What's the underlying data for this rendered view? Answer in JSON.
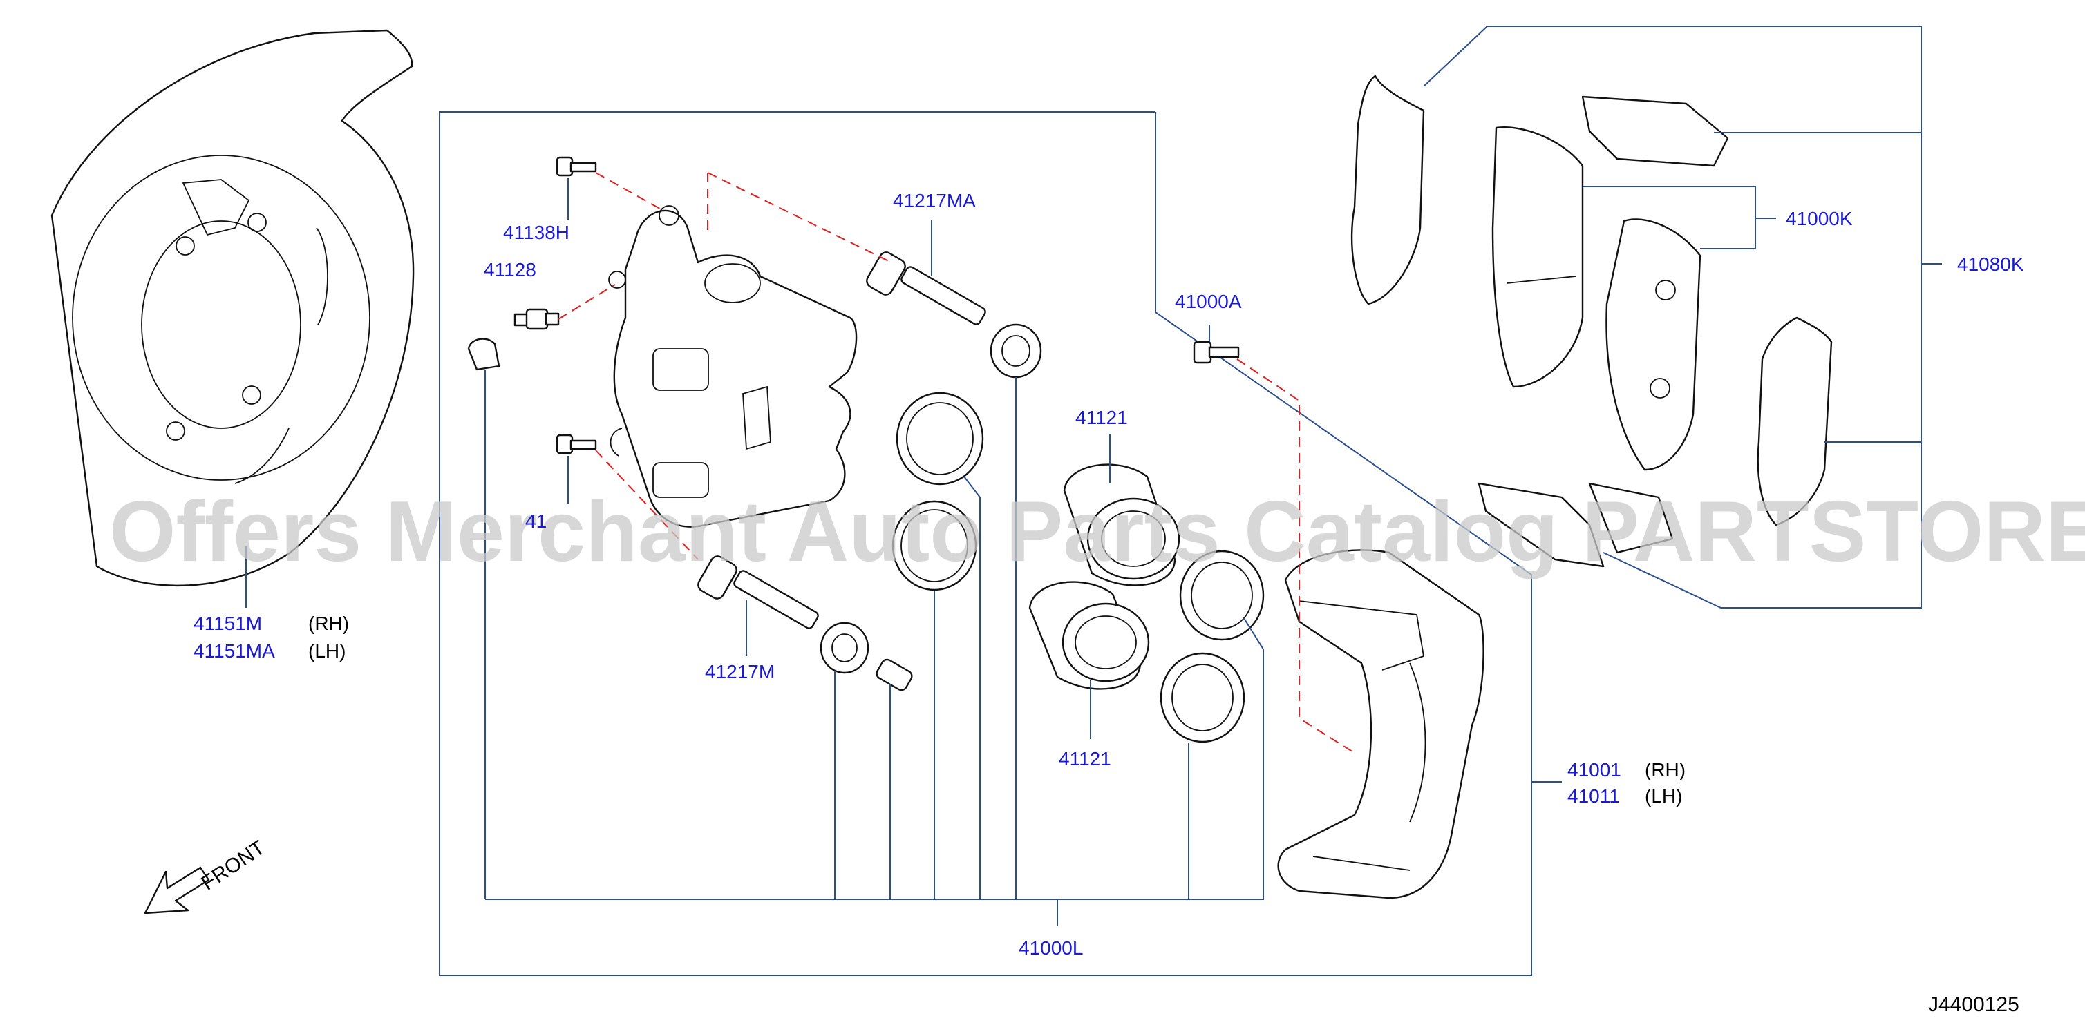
{
  "labels": {
    "shield_rh": "41151M",
    "shield_rh_side": "(RH)",
    "shield_lh": "41151MA",
    "shield_lh_side": "(LH)",
    "bolt_41138h": "41138H",
    "valve_41128": "41128",
    "bolt_lower_partial": "41 ",
    "pin_upper": "41217MA",
    "pin_lower": "41217M",
    "bolt_41000a": "41000A",
    "piston_upper": "41121",
    "piston_lower": "41121",
    "pad_kit": "41000K",
    "pad_set": "41080K",
    "caliper_rh": "41001",
    "caliper_rh_side": "(RH)",
    "caliper_lh": "41011",
    "caliper_lh_side": "(LH)",
    "seal_kit": "41000L",
    "front_indicator": "FRONT",
    "figure_code": "J4400125"
  },
  "watermark": "Offers Merchant Auto Parts Catalog PARTSTORE.SA",
  "colors": {
    "part_number": "#1a1ad6",
    "leader_line": "#2b4f8c",
    "dashed_guide": "#e02020",
    "watermark": "#c9c9c9"
  },
  "icons": {
    "front_arrow": "front-arrow-icon"
  }
}
